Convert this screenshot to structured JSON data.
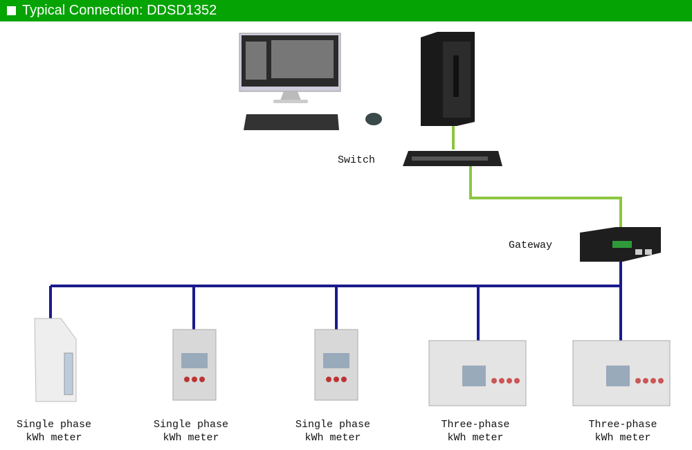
{
  "header": {
    "title": "Typical Connection: DDSD1352"
  },
  "labels": {
    "switch": "Switch",
    "gateway": "Gateway"
  },
  "meters": [
    {
      "line1": "Single phase",
      "line2": "kWh meter"
    },
    {
      "line1": "Single phase",
      "line2": "kWh meter"
    },
    {
      "line1": "Single phase",
      "line2": "kWh meter"
    },
    {
      "line1": "Three-phase",
      "line2": "kWh meter"
    },
    {
      "line1": "Three-phase",
      "line2": "kWh meter"
    }
  ],
  "colors": {
    "header": "#05a304",
    "ethernet": "#8cc63f",
    "rs485": "#1a1a8c"
  }
}
